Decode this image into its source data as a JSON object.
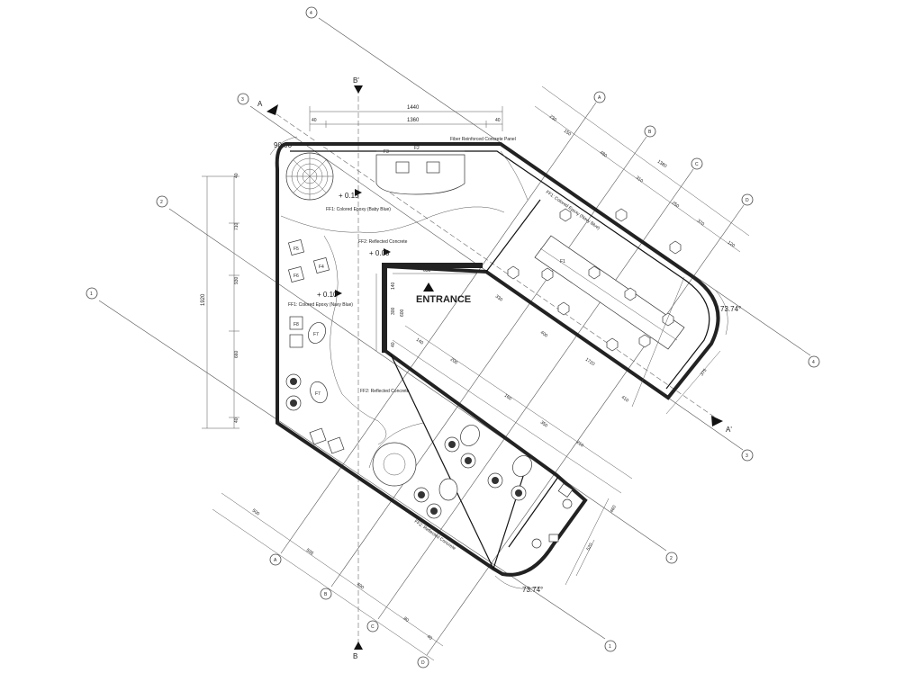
{
  "grid_numbers": [
    "1",
    "2",
    "3",
    "4"
  ],
  "grid_letters": [
    "A",
    "B",
    "C",
    "D"
  ],
  "section_marks": {
    "a": "A",
    "a_prime": "A'",
    "b": "B",
    "b_prime": "B'"
  },
  "labels": {
    "entrance": "ENTRANCE",
    "ff1_baby_blue": "FF1: Colored Epoxy (Baby Blue)",
    "ff1_navy_blue": "FF1: Colored Epoxy (Navy Blue)",
    "ff2_reflected_top": "FF2: Reflected Concrete",
    "ff2_reflected_mid": "FF2: Reflected Concrete",
    "ff2_reflected_bottom": "FF2: Reflected Concrete",
    "ff1_colored_epoxy_right": "FF1: Colored Epoxy (Navy Blue)",
    "fiber_concrete": "Fiber Reinforced Concrete Panel",
    "level_015": "+ 0.15",
    "level_000": "+ 0.00",
    "level_010": "+ 0.10",
    "angle_top": "90.00°",
    "angle_right": "73.74°",
    "angle_bottom": "73.74°"
  },
  "dimensions": {
    "top_overall": "1440",
    "top_inner": "1360",
    "top_left": "40",
    "top_right": "40",
    "left_overall": "1920",
    "left_1": "40",
    "left_2": "710",
    "left_3": "930",
    "left_4": "660",
    "left_5": "40",
    "entrance_width": "650",
    "entrance_140": "140",
    "entrance_300": "300",
    "entrance_600": "600",
    "entrance_40": "40",
    "diag_1720": "1720",
    "diag_1380": "1380",
    "diag_400": "400",
    "diag_330": "330",
    "diag_230": "230",
    "diag_150": "150",
    "diag_480": "480",
    "diag_310": "310",
    "diag_250": "250",
    "diag_370": "370",
    "diag_410": "410",
    "diag_160": "160",
    "diag_350": "350",
    "diag_210": "210",
    "diag_140": "140",
    "diag_200": "200",
    "diag_500": "500",
    "diag_595": "595",
    "diag_490": "490",
    "diag_80": "80",
    "diag_120": "120",
    "diag_375": "375",
    "diag_520": "520",
    "diag_460": "460",
    "diag_40": "40"
  },
  "furniture_tags": [
    "F1",
    "F2",
    "F3",
    "F4",
    "F5",
    "F6",
    "F7",
    "F8"
  ],
  "colors": {
    "line": "#222222",
    "paper": "#ffffff"
  }
}
